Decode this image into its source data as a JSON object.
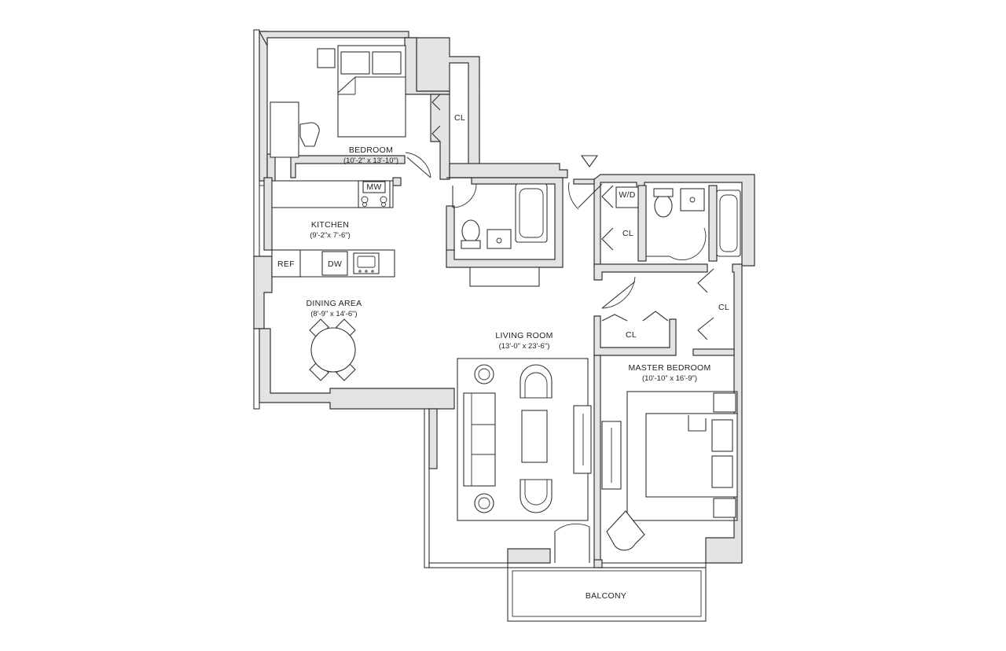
{
  "rooms": {
    "bedroom": {
      "name": "BEDROOM",
      "dims": "(10'-2\" x 13'-10\")"
    },
    "kitchen": {
      "name": "KITCHEN",
      "dims": "(9'-2\"x 7'-6\")"
    },
    "dining": {
      "name": "DINING AREA",
      "dims": "(8'-9\" x 14'-6\")"
    },
    "living": {
      "name": "LIVING ROOM",
      "dims": "(13'-0\" x 23'-6\")"
    },
    "master": {
      "name": "MASTER BEDROOM",
      "dims": "(10'-10\" x 16'-9\")"
    },
    "balcony": {
      "name": "BALCONY"
    }
  },
  "fixtures": {
    "closet": "CL",
    "microwave": "MW",
    "refrigerator": "REF",
    "dishwasher": "DW",
    "washer_dryer": "W/D"
  }
}
